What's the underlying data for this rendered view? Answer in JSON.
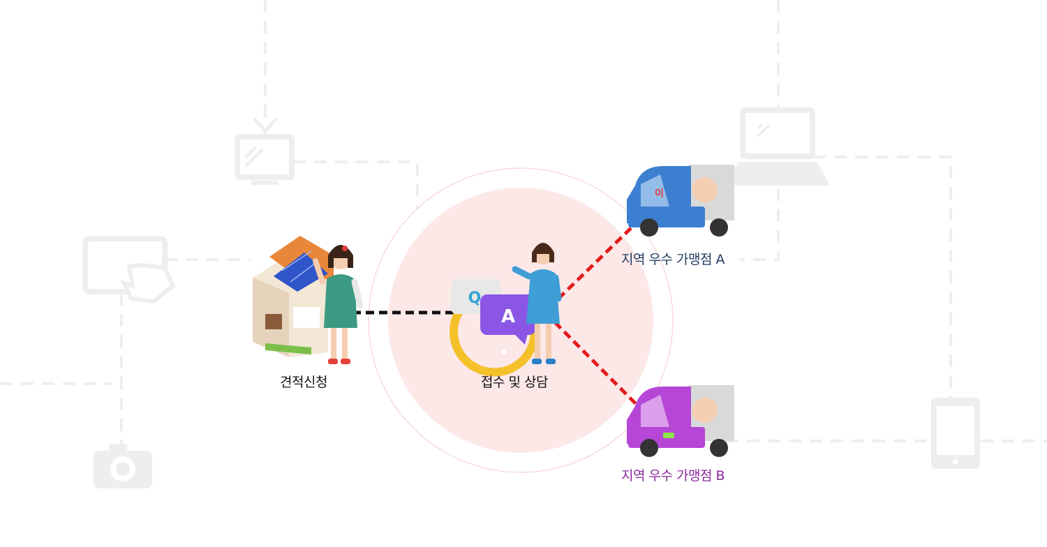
{
  "nodes": {
    "request": {
      "label": "견적신청"
    },
    "consult": {
      "label": "접수 및 상담",
      "bubble_q": "Q",
      "bubble_a": "A"
    },
    "branch_a": {
      "label": "지역 우수 가맹점 A",
      "color": "#1e3a5f",
      "truck_color": "#3d7fd1"
    },
    "branch_b": {
      "label": "지역 우수 가맹점 B",
      "color": "#8a2a9e",
      "truck_color": "#b546d6"
    }
  },
  "connectors": {
    "request_line": "#111111",
    "branch_lines": "#e41b1b"
  },
  "background_icons": [
    "tv-icon",
    "tablet-touch-icon",
    "camera-icon",
    "laptop-icon",
    "smartphone-icon"
  ],
  "colors": {
    "circle_fill": "#fde8e8",
    "circle_ring": "#f6c9cf",
    "icon_gray": "#eeeeee"
  }
}
